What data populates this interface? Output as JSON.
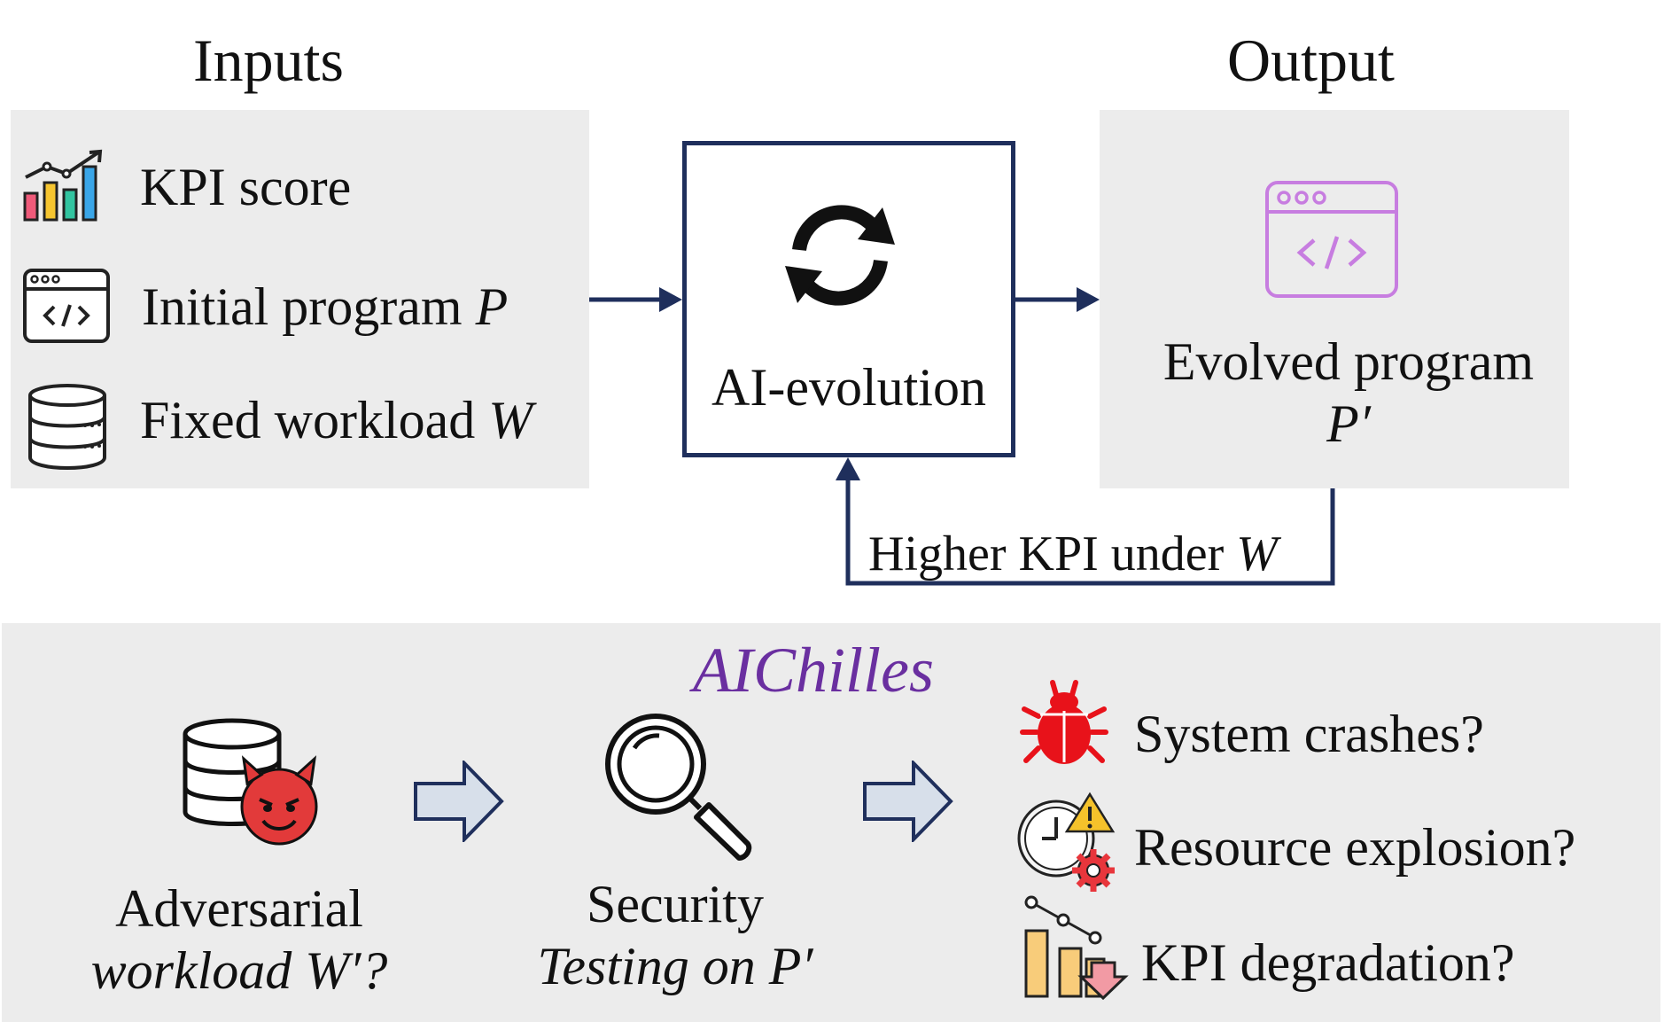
{
  "inputs": {
    "heading": "Inputs",
    "items": [
      {
        "icon": "bar-chart-trend-icon",
        "text": "KPI score",
        "symbol": ""
      },
      {
        "icon": "code-window-icon",
        "text": "Initial program ",
        "symbol": "P"
      },
      {
        "icon": "database-icon",
        "text": "Fixed workload ",
        "symbol": "W"
      }
    ]
  },
  "process": {
    "icon": "refresh-cycle-icon",
    "label": "AI-evolution"
  },
  "output": {
    "heading": "Output",
    "icon": "code-window-icon",
    "line1": "Evolved program",
    "line2": "P′"
  },
  "feedback": {
    "text": "Higher KPI under ",
    "symbol": "W"
  },
  "aichilles": {
    "title": "AIChilles",
    "step1": {
      "icon": "adversarial-database-devil-icon",
      "line1": "Adversarial",
      "line2": "workload W′?"
    },
    "step2": {
      "icon": "magnifying-glass-icon",
      "line1": "Security",
      "line2": "Testing on P′"
    },
    "outcomes": [
      {
        "icon": "bug-icon",
        "text": "System crashes?"
      },
      {
        "icon": "clock-warning-gear-icon",
        "text": "Resource explosion?"
      },
      {
        "icon": "kpi-decline-chart-icon",
        "text": "KPI degradation?"
      }
    ]
  },
  "colors": {
    "panel": "#ececec",
    "arrow": "#1f2f5c",
    "accent_purple": "#6a2fa0",
    "icon_purple": "#c77de0",
    "bug_red": "#e8121a",
    "devil_red": "#e23a3a",
    "block_arrow_fill": "#d7dfea"
  }
}
